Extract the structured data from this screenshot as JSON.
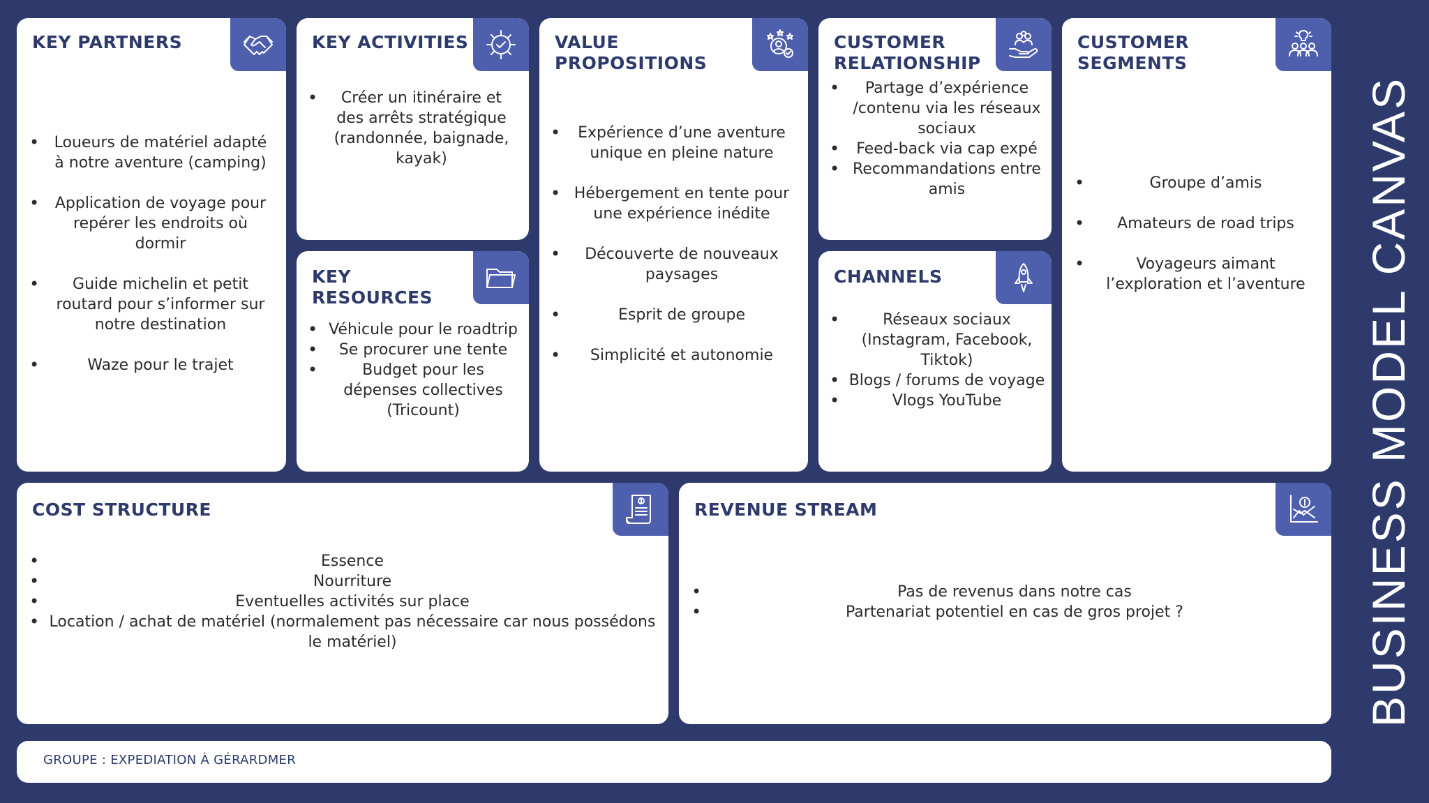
{
  "vertical_title": "BUSINESS MODEL CANVAS",
  "accent_color": "#4e5fae",
  "background_color": "#2d3a6b",
  "key_partners": {
    "title": "KEY PARTNERS",
    "icon": "handshake-icon",
    "items": [
      "Loueurs de matériel adapté à notre aventure (camping)",
      "Application de voyage pour repérer les endroits où dormir",
      "Guide michelin et petit routard pour s’informer sur notre destination",
      "Waze pour le trajet"
    ]
  },
  "key_activities": {
    "title": "KEY ACTIVITIES",
    "icon": "gear-check-icon",
    "items": [
      "Créer un itinéraire et des arrêts stratégique (randonnée, baignade, kayak)"
    ]
  },
  "key_resources": {
    "title": "KEY\nRESOURCES",
    "icon": "folder-icon",
    "items": [
      "Véhicule pour le roadtrip",
      "Se procurer une tente",
      "Budget pour les dépenses collectives (Tricount)"
    ]
  },
  "value_propositions": {
    "title": "VALUE\nPROPOSITIONS",
    "icon": "user-stars-icon",
    "items": [
      "Expérience d’une aventure unique en pleine nature",
      "Hébergement en tente pour une expérience inédite",
      "Découverte de nouveaux paysages",
      "Esprit de groupe",
      "Simplicité et autonomie"
    ]
  },
  "customer_relationship": {
    "title": "CUSTOMER\nRELATIONSHIP",
    "icon": "hand-people-icon",
    "items": [
      "Partage d’expérience /contenu via les réseaux sociaux",
      "Feed-back via cap expé",
      "Recommandations entre amis"
    ]
  },
  "channels": {
    "title": "CHANNELS",
    "icon": "rocket-icon",
    "items": [
      "Réseaux sociaux (Instagram, Facebook, Tiktok)",
      "Blogs / forums de voyage",
      "Vlogs YouTube"
    ]
  },
  "customer_segments": {
    "title": "CUSTOMER\nSEGMENTS",
    "icon": "group-idea-icon",
    "items": [
      "Groupe d’amis",
      "Amateurs de road trips",
      "Voyageurs aimant l’exploration et l’aventure"
    ]
  },
  "cost_structure": {
    "title": "COST STRUCTURE",
    "icon": "receipt-icon",
    "items": [
      "Essence",
      "Nourriture",
      "Eventuelles activités sur place",
      "Location / achat de matériel (normalement pas nécessaire car nous possédons le matériel)"
    ]
  },
  "revenue_stream": {
    "title": "REVENUE STREAM",
    "icon": "revenue-chart-icon",
    "items": [
      "Pas de revenus dans notre cas",
      "Partenariat potentiel en cas de gros projet ?"
    ]
  },
  "footer": {
    "label": "GROUPE : EXPEDIATION À GÉRARDMER"
  }
}
